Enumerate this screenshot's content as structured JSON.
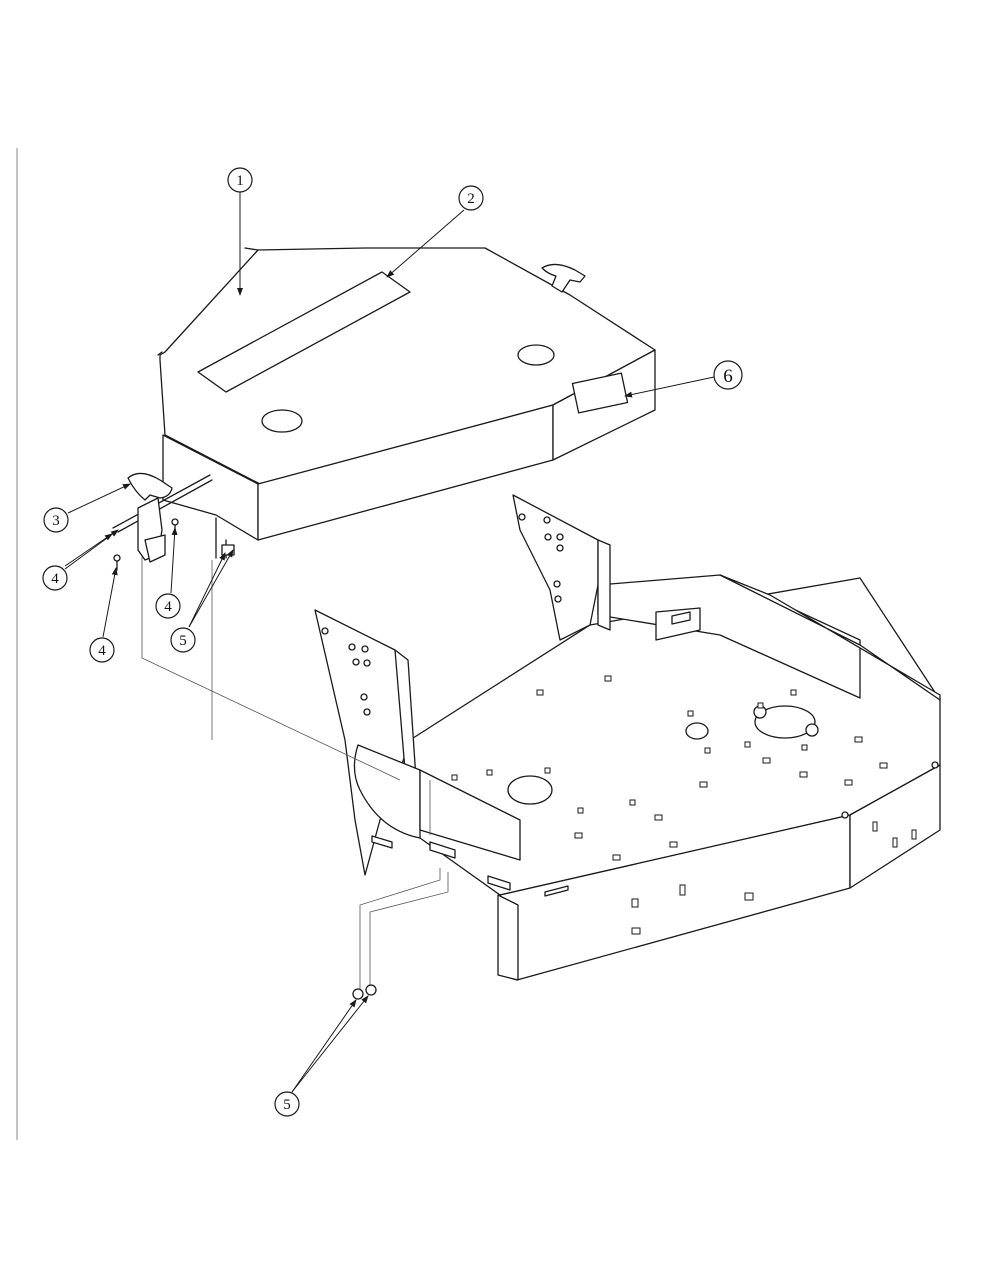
{
  "callouts": [
    {
      "id": "callout-1",
      "label": "1"
    },
    {
      "id": "callout-2",
      "label": "2"
    },
    {
      "id": "callout-3",
      "label": "3"
    },
    {
      "id": "callout-4a",
      "label": "4"
    },
    {
      "id": "callout-4b",
      "label": "4"
    },
    {
      "id": "callout-4c",
      "label": "4"
    },
    {
      "id": "callout-5a",
      "label": "5"
    },
    {
      "id": "callout-5b",
      "label": "5"
    },
    {
      "id": "callout-6",
      "label": "6"
    }
  ],
  "colors": {
    "line": "#1a1a1a",
    "background": "#ffffff"
  }
}
